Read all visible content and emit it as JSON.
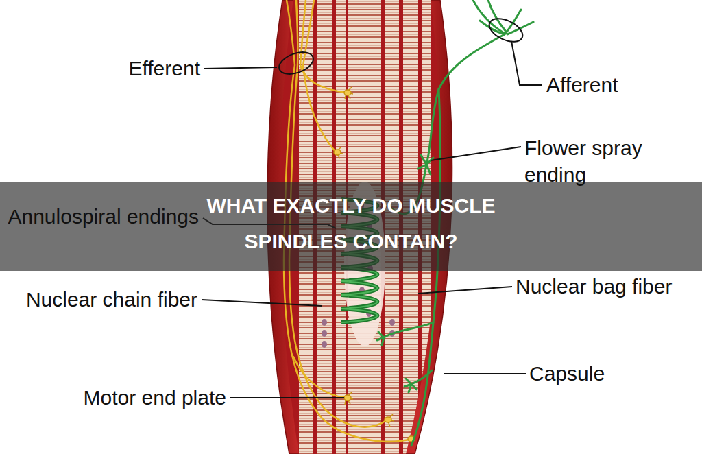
{
  "diagram": {
    "title": "WHAT EXACTLY DO MUSCLE SPINDLES CONTAIN?",
    "labels": [
      "Efferent",
      "Afferent",
      "Flower spray ending",
      "Annulospiral endings",
      "Nuclear chain fiber",
      "Nuclear bag fiber",
      "Motor end plate",
      "Capsule"
    ]
  }
}
